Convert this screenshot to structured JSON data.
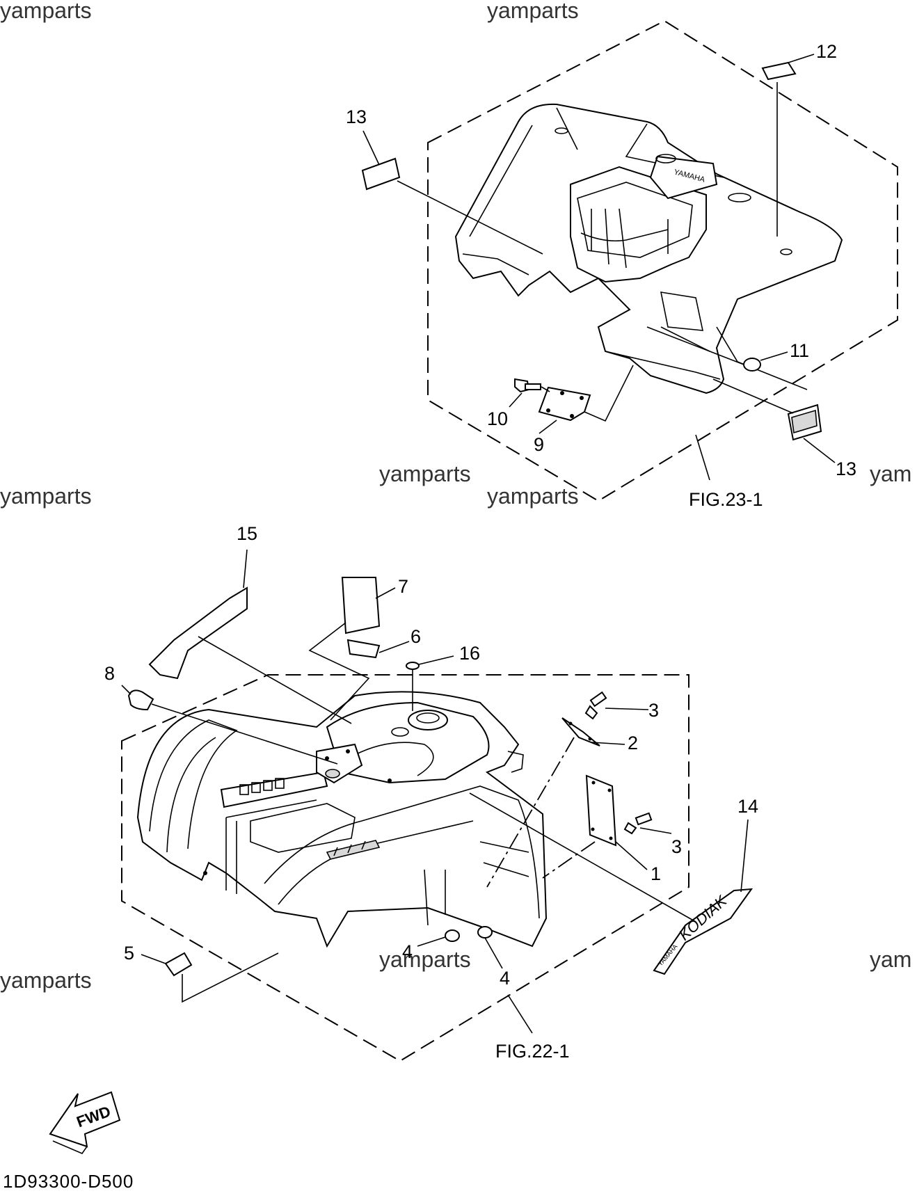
{
  "watermarks": [
    "yamparts",
    "yamparts",
    "yamparts",
    "yamparts",
    "yamparts",
    "yamparts",
    "yamparts",
    "yam",
    "yam"
  ],
  "figure_refs": {
    "rear": "FIG.23-1",
    "front": "FIG.22-1"
  },
  "callouts": {
    "c1": "1",
    "c2": "2",
    "c3a": "3",
    "c3b": "3",
    "c4a": "4",
    "c4b": "4",
    "c5": "5",
    "c6": "6",
    "c7": "7",
    "c8": "8",
    "c9": "9",
    "c10": "10",
    "c11": "11",
    "c12": "12",
    "c13a": "13",
    "c13b": "13",
    "c14": "14",
    "c15": "15",
    "c16": "16"
  },
  "fwd_label": "FWD",
  "diagram_code": "1D93300-D500",
  "emblem_text": {
    "rear_fender": "YAMAHA",
    "kodiak_decal": "KODIAK",
    "kodiak_brand": "YAMAHA"
  }
}
